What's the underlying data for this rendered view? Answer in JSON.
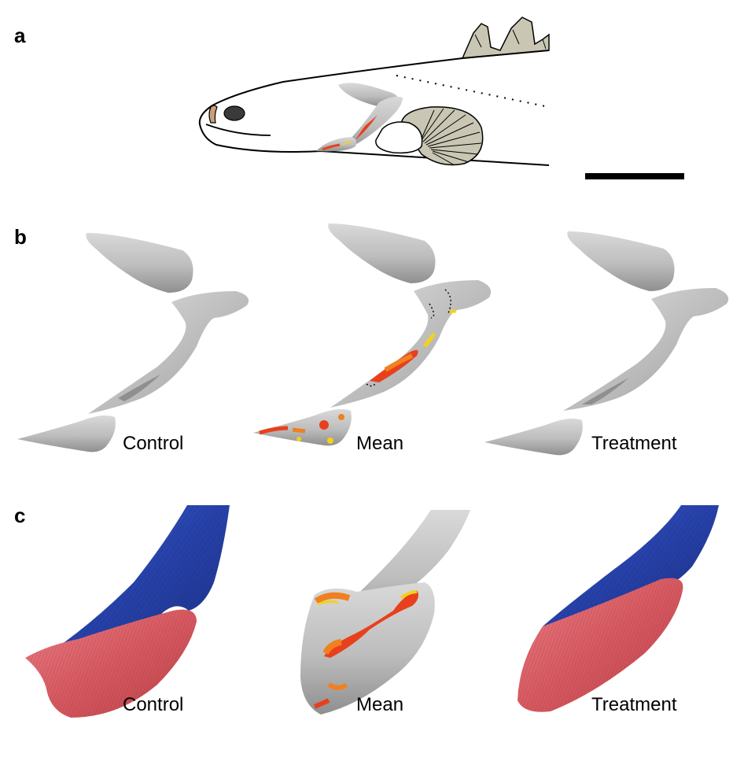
{
  "panels": {
    "a": {
      "letter": "a"
    },
    "b": {
      "letter": "b",
      "labels": [
        "Control",
        "Mean",
        "Treatment"
      ]
    },
    "c": {
      "letter": "c",
      "labels": [
        "Control",
        "Mean",
        "Treatment"
      ]
    }
  },
  "colors": {
    "bone_grey": "#bdbdbd",
    "bone_dark": "#8e8e8e",
    "heat_red": "#e8401c",
    "heat_orange": "#f08020",
    "heat_yellow": "#f2d21a",
    "surface_blue": "#2a45b0",
    "surface_red": "#d9545c",
    "fin_fill": "#c9c7b3",
    "scale_bar": "#000000"
  }
}
